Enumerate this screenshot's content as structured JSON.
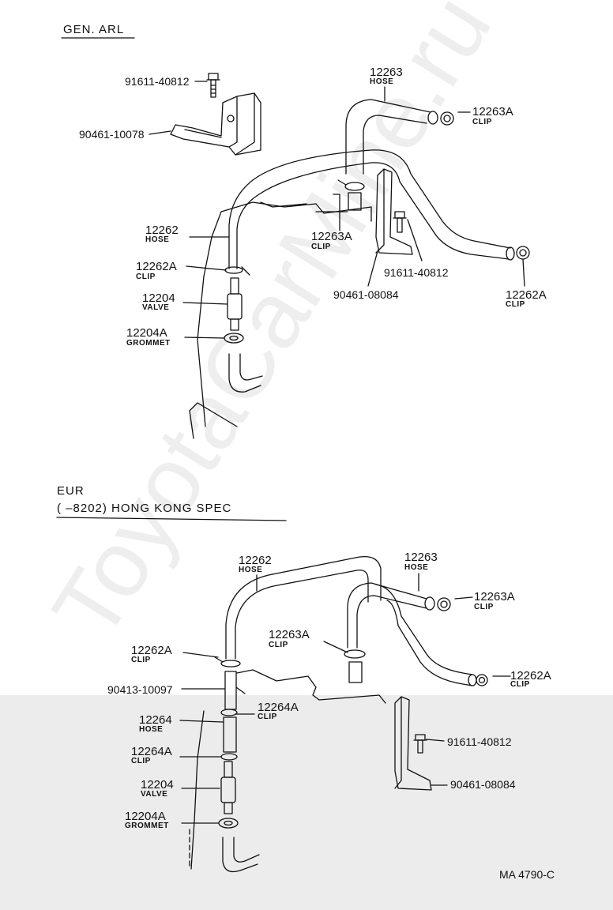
{
  "sections": {
    "top": "GEN. ARL",
    "bottom_line1": "EUR",
    "bottom_line2": "(        –8202) HONG KONG SPEC"
  },
  "watermark": "ToyotaCarMine.ru",
  "top_labels": {
    "bolt": "91611-40812",
    "bracket": "90461-10078",
    "hose_12263": "12263",
    "hose_12263_name": "HOSE",
    "clip_12263a": "12263A",
    "clip_12263a_name": "CLIP",
    "hose_12262": "12262",
    "hose_12262_name": "HOSE",
    "clip_12263a_2": "12263A",
    "clip_12263a_2_name": "CLIP",
    "clip_12262a": "12262A",
    "clip_12262a_name": "CLIP",
    "valve_12204": "12204",
    "valve_12204_name": "VALVE",
    "grommet_12204a": "12204A",
    "grommet_12204a_name": "GROMMET",
    "bolt_2": "91611-40812",
    "bracket_2": "90461-08084",
    "clip_12262a_2": "12262A",
    "clip_12262a_2_name": "CLIP"
  },
  "bottom_labels": {
    "hose_12262": "12262",
    "hose_12262_name": "HOSE",
    "hose_12263": "12263",
    "hose_12263_name": "HOSE",
    "clip_12263a": "12263A",
    "clip_12263a_name": "CLIP",
    "clip_12262a_left": "12262A",
    "clip_12262a_left_name": "CLIP",
    "clip_12263a_2": "12263A",
    "clip_12263a_2_name": "CLIP",
    "clip_12262a_right": "12262A",
    "clip_12262a_right_name": "CLIP",
    "part_90413": "90413-10097",
    "clip_12264a_1": "12264A",
    "clip_12264a_1_name": "CLIP",
    "hose_12264": "12264",
    "hose_12264_name": "HOSE",
    "clip_12264a_2": "12264A",
    "clip_12264a_2_name": "CLIP",
    "valve_12204": "12204",
    "valve_12204_name": "VALVE",
    "grommet_12204a": "12204A",
    "grommet_12204a_name": "GROMMET",
    "bolt": "91611-40812",
    "bracket": "90461-08084"
  },
  "figure_code": "MA 4790-C"
}
